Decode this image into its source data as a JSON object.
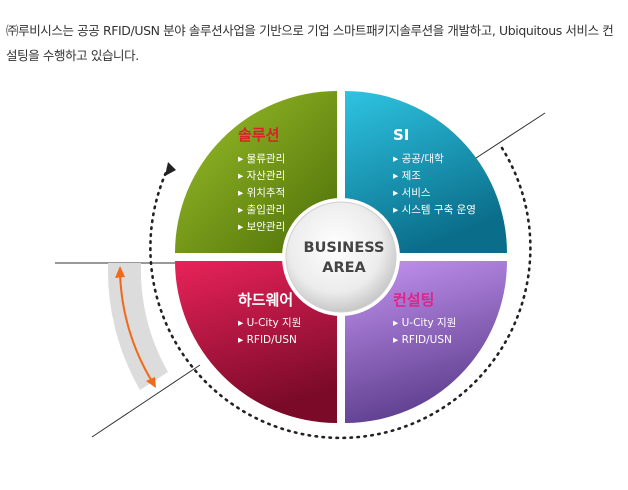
{
  "intro_text": "㈜루비시스는 공공 RFID/USN 분야 솔루션사업을 기반으로 기업 스마트패키지솔루션을 개발하고, Ubiquitous 서비스 컨설팅을 수행하고 있습니다.",
  "center": {
    "line1": "BUSINESS",
    "line2": "AREA"
  },
  "quadrants": {
    "solution": {
      "title": "솔루션",
      "items": [
        "물류관리",
        "자산관리",
        "위치추적",
        "출입관리",
        "보안관리"
      ]
    },
    "si": {
      "title": "SI",
      "items": [
        "공공/대학",
        "제조",
        "서비스",
        "시스템 구축 운영"
      ]
    },
    "hardware": {
      "title": "하드웨어",
      "items": [
        "U-City 지원",
        "RFID/USN"
      ]
    },
    "consulting": {
      "title": "컨설팅",
      "items": [
        "U-City 지원",
        "RFID/USN"
      ]
    }
  },
  "colors": {
    "solution": "#6e9410",
    "si": "#12a4c4",
    "hardware": "#c21a4a",
    "consulting": "#9a6cd6",
    "solution_title": "#d8232a",
    "consulting_title": "#e0248a",
    "arrow_accent": "#f06a1a",
    "text": "#333333"
  }
}
